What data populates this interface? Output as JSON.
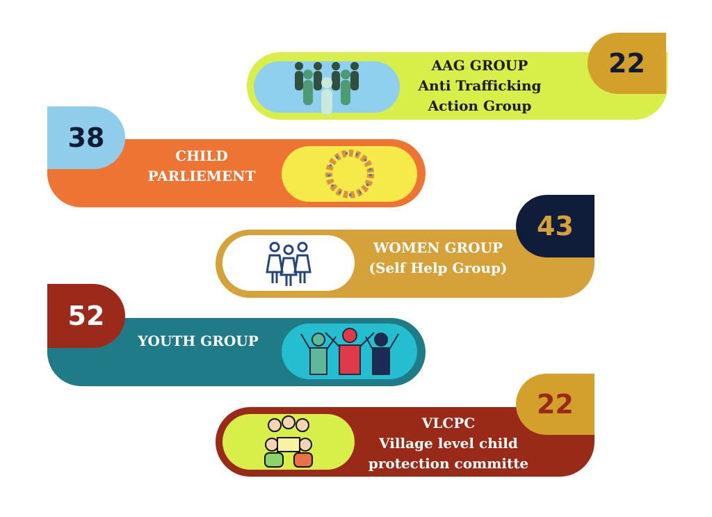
{
  "groups": [
    {
      "count": "22",
      "lines": [
        "AAG GROUP",
        "Anti Trafficking",
        "Action Group"
      ],
      "icon": "people-crowd-icon",
      "colors": {
        "bar": "#d8ef4a",
        "badge": "#d4a02c",
        "count": "#111b33",
        "inner": "#8fd0ef",
        "text": "#1b1b1b"
      }
    },
    {
      "count": "38",
      "lines": [
        "CHILD",
        "PARLIEMENT"
      ],
      "icon": "children-circle-icon",
      "colors": {
        "bar": "#ee7433",
        "badge": "#8fcdeb",
        "count": "#111b33",
        "inner": "#f6ea4a",
        "text": "#ffffff"
      }
    },
    {
      "count": "43",
      "lines": [
        "WOMEN GROUP",
        "(Self Help Group)"
      ],
      "icon": "women-group-icon",
      "colors": {
        "bar": "#d4a239",
        "badge": "#0f1d3a",
        "count": "#d4a239",
        "inner": "#ffffff",
        "text": "#ffffff"
      }
    },
    {
      "count": "52",
      "lines": [
        "YOUTH GROUP"
      ],
      "icon": "youth-cheering-icon",
      "colors": {
        "bar": "#1e7b87",
        "badge": "#9b2a1b",
        "count": "#ffffff",
        "inner": "#25bdd0",
        "text": "#ffffff"
      }
    },
    {
      "count": "22",
      "lines": [
        "VLCPC",
        "Village level child",
        "protection committe"
      ],
      "icon": "committee-meeting-icon",
      "colors": {
        "bar": "#9a2a18",
        "badge": "#d4a02c",
        "count": "#9a2a18",
        "inner": "#d8ef4a",
        "text": "#ffffff"
      }
    }
  ]
}
